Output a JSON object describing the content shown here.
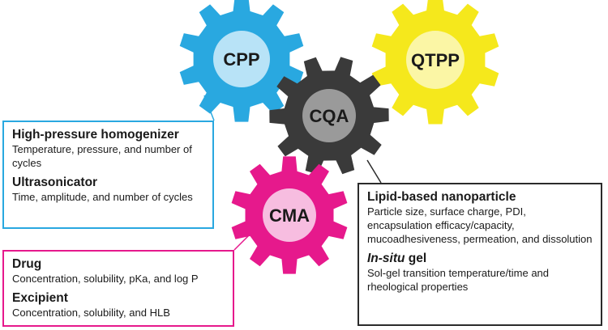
{
  "gears": {
    "cpp": {
      "label": "CPP",
      "outer_color": "#29a8e0",
      "inner_color": "#b8e3f7"
    },
    "qtpp": {
      "label": "QTPP",
      "outer_color": "#f5e81c",
      "inner_color": "#fbf6a5"
    },
    "cqa": {
      "label": "CQA",
      "outer_color": "#3a3a3a",
      "inner_color": "#9a9a9a"
    },
    "cma": {
      "label": "CMA",
      "outer_color": "#e6198c",
      "inner_color": "#f7bde0"
    }
  },
  "cpp_box": {
    "item1_title": "High-pressure homogenizer",
    "item1_text": "Temperature, pressure, and number of cycles",
    "item2_title": "Ultrasonicator",
    "item2_text": "Time, amplitude, and number of cycles"
  },
  "cma_box": {
    "item1_title": "Drug",
    "item1_text": "Concentration, solubility, pKa, and log P",
    "item2_title": "Excipient",
    "item2_text": "Concentration, solubility, and HLB"
  },
  "cqa_box": {
    "item1_title": "Lipid-based nanoparticle",
    "item1_text": "Particle size, surface charge, PDI, encapsulation efficacy/capacity, mucoadhesiveness, permeation, and dissolution",
    "item2_title_italic": "In-situ",
    "item2_title_rest": " gel",
    "item2_text": "Sol-gel transition temperature/time and rheological properties"
  }
}
